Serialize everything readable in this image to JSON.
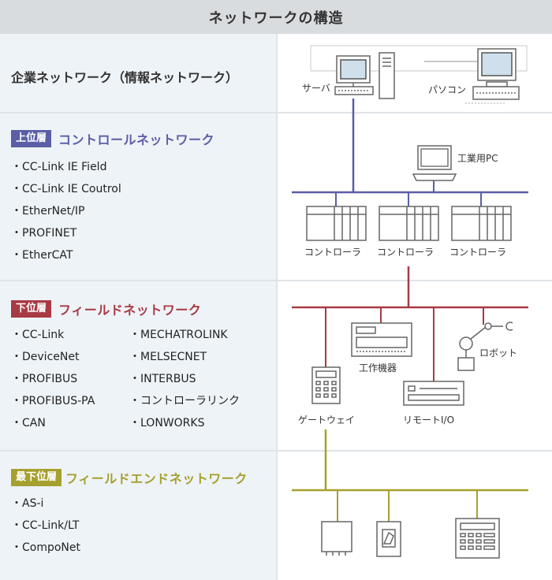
{
  "title": "ネットワークの構造",
  "enterprise": {
    "label": "企業ネットワーク（情報ネットワーク）",
    "devices": {
      "server": "サーバ",
      "pc": "パソコン"
    }
  },
  "upper": {
    "badge": "上位層",
    "title": "コントロールネットワーク",
    "color": "#5b5ea6",
    "protocols": [
      "CC-Link IE Field",
      "CC-Link IE Coutrol",
      "EtherNet/IP",
      "PROFINET",
      "EtherCAT"
    ],
    "devices": {
      "industrial_pc": "工業用PC",
      "controllers": [
        "コントローラ",
        "コントローラ",
        "コントローラ"
      ]
    }
  },
  "lower": {
    "badge": "下位層",
    "title": "フィールドネットワーク",
    "color": "#a83a44",
    "protocols_left": [
      "CC-Link",
      "DeviceNet",
      "PROFIBUS",
      "PROFIBUS-PA",
      "CAN"
    ],
    "protocols_right": [
      "MECHATROLINK",
      "MELSECNET",
      "INTERBUS",
      "コントローラリンク",
      "LONWORKS"
    ],
    "devices": {
      "machine_tool": "工作機器",
      "robot": "ロボット",
      "gateway": "ゲートウェイ",
      "remote_io": "リモートI/O"
    }
  },
  "lowest": {
    "badge": "最下位層",
    "title": "フィールドエンドネットワーク",
    "color": "#a6a02e",
    "protocols": [
      "AS-i",
      "CC-Link/LT",
      "CompoNet"
    ]
  }
}
